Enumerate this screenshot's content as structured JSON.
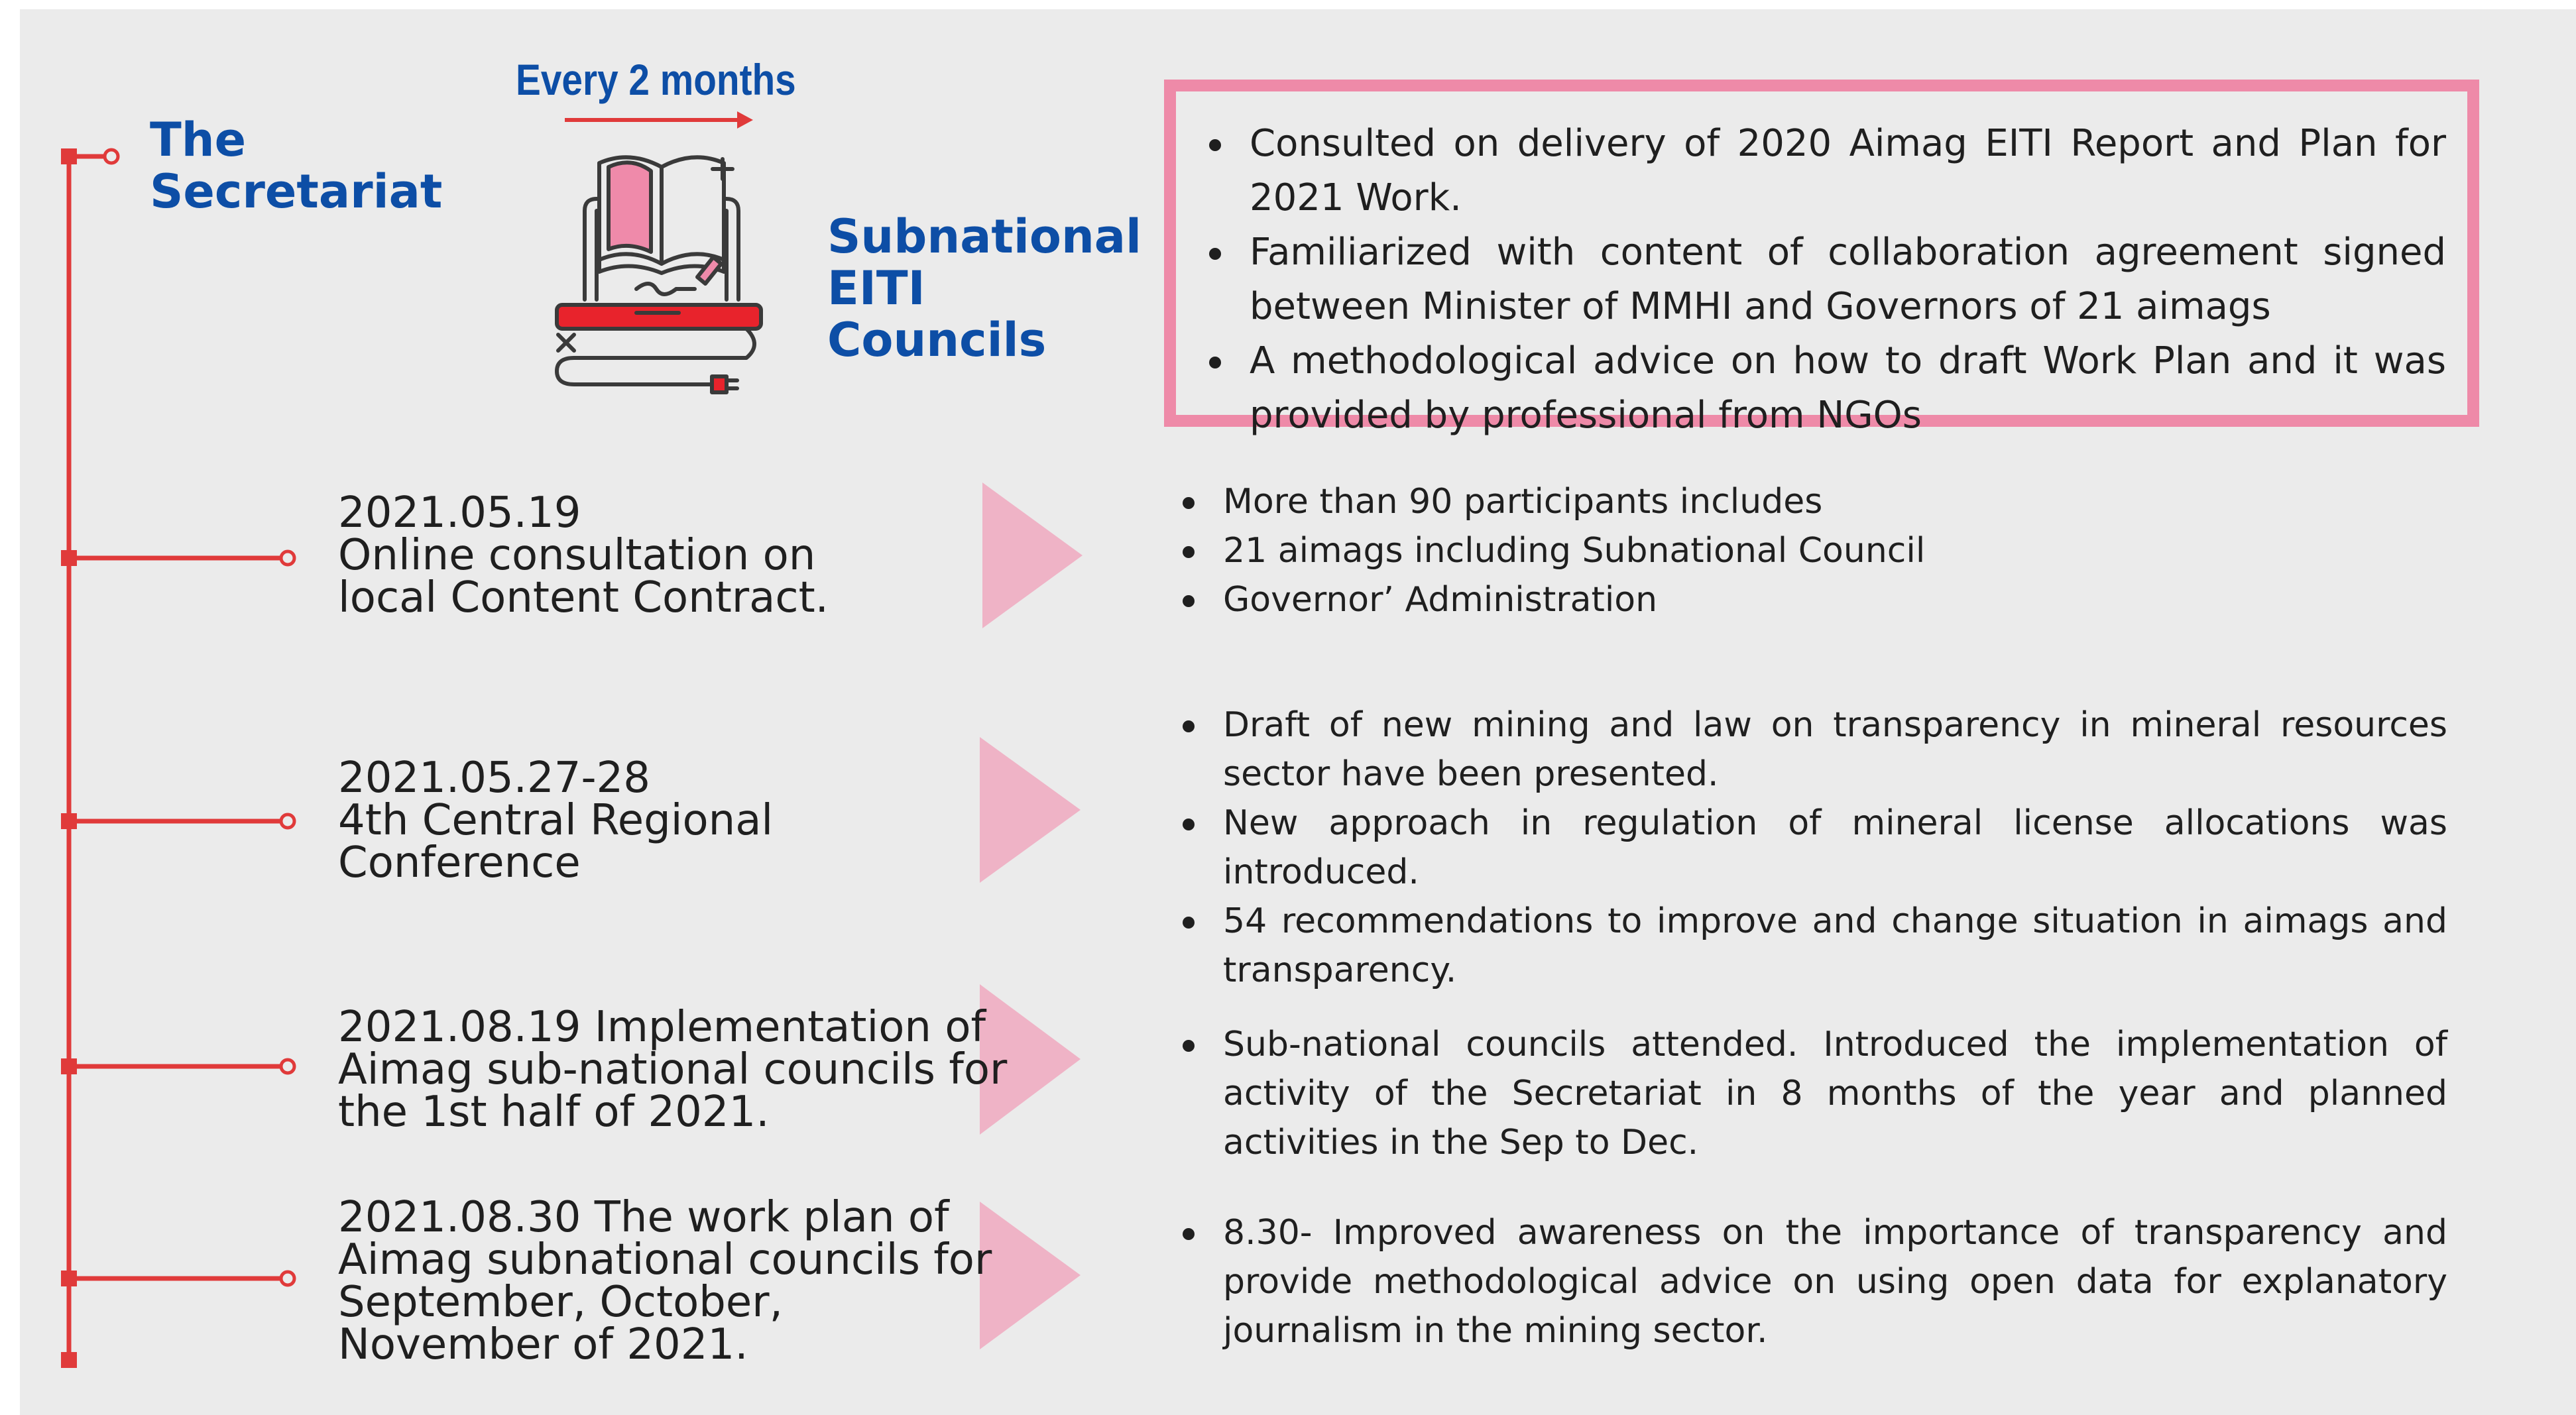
{
  "header": {
    "secretariat_line1": "The",
    "secretariat_line2": "Secretariat",
    "frequency": "Every 2 months",
    "council_line1": "Subnational",
    "council_line2": "EITI",
    "council_line3": "Councils"
  },
  "highlight": {
    "items": [
      "Consulted on delivery of 2020 Aimag EITI Report and Plan for 2021 Work.",
      "Familiarized with content of collaboration agreement signed between Minister of MMHI and Governors of 21 aimags",
      "A methodological advice on how to draft Work Plan and it was provided by professional from NGOs"
    ]
  },
  "events": [
    {
      "lines": [
        "2021.05.19",
        "Online consultation on",
        "local Content Contract."
      ],
      "details": [
        "More than 90 participants includes",
        "21 aimags including Subnational Council",
        "Governor’ Administration"
      ]
    },
    {
      "lines": [
        "2021.05.27-28",
        "4th Central Regional",
        "Conference"
      ],
      "details": [
        "Draft of new mining and law on transparency in mineral resources sector have been presented.",
        "New approach in regulation of mineral license allocations was introduced.",
        "54 recommendations to improve and change situation in aimags and transparency."
      ]
    },
    {
      "lines": [
        "2021.08.19 Implementation of",
        "Aimag sub-national councils for",
        "the 1st half of 2021."
      ],
      "details": [
        "Sub-national councils attended. Introduced the implementation of activity of the Secretariat in 8 months of the year and planned activities in the Sep to Dec."
      ]
    },
    {
      "lines": [
        "2021.08.30 The work plan of",
        "Aimag subnational councils for",
        "September, October,",
        "November of 2021."
      ],
      "details": [
        "8.30- Improved awareness on the importance of transparency and provide methodological advice on using open data for explanatory journalism in the mining sector."
      ]
    }
  ],
  "colors": {
    "background": "#ebebeb",
    "title_blue": "#0d4ea6",
    "timeline_red": "#e03a3a",
    "box_pink": "#ee8aa8",
    "arrow_pink": "#efb3c6"
  },
  "icons": [
    "laptop-book-icon",
    "red-arrow-icon",
    "play-triangle-icon"
  ]
}
